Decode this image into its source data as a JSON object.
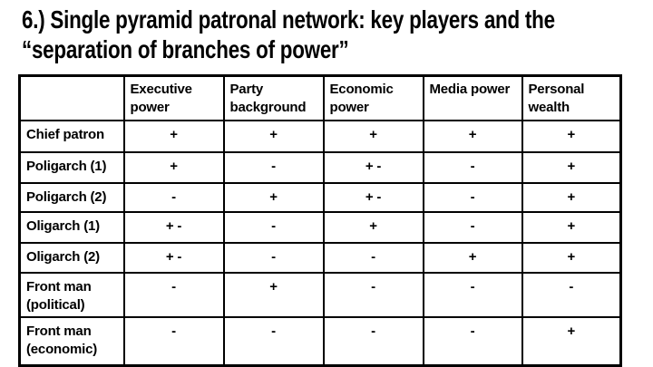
{
  "slide": {
    "title_line1": "6.) Single pyramid patronal network: key players and the",
    "title_line2": "“separation of branches of power”"
  },
  "table": {
    "corner_label": "",
    "columns": [
      "Executive power",
      "Party background",
      "Economic power",
      "Media power",
      "Personal wealth"
    ],
    "rows": [
      {
        "label": "Chief patron",
        "values": [
          "+",
          "+",
          "+",
          "+",
          "+"
        ]
      },
      {
        "label": "Poligarch (1)",
        "values": [
          "+",
          "-",
          "+ -",
          "-",
          "+"
        ]
      },
      {
        "label": "Poligarch (2)",
        "values": [
          "-",
          "+",
          "+ -",
          "-",
          "+"
        ]
      },
      {
        "label": "Oligarch (1)",
        "values": [
          "+ -",
          "-",
          "+",
          "-",
          "+"
        ]
      },
      {
        "label": "Oligarch (2)",
        "values": [
          "+ -",
          "-",
          "-",
          "+",
          "+"
        ]
      },
      {
        "label": "Front man (political)",
        "values": [
          "-",
          "+",
          "-",
          "-",
          "-"
        ]
      },
      {
        "label": "Front man (economic)",
        "values": [
          "-",
          "-",
          "-",
          "-",
          "+"
        ]
      }
    ]
  },
  "colors": {
    "background": "#ffffff",
    "text": "#000000",
    "border": "#000000"
  }
}
